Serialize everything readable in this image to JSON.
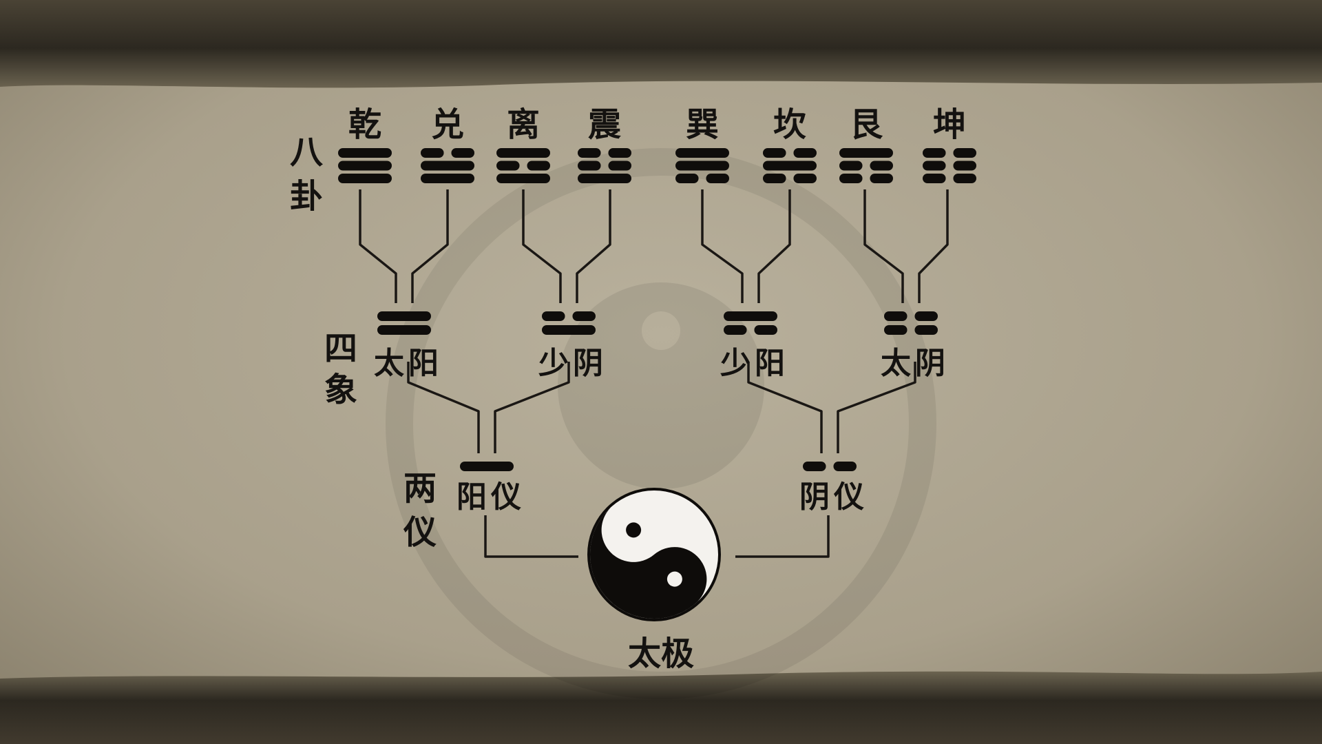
{
  "levels": {
    "bagua": "八卦",
    "sixiang": "四象",
    "liangyi": "两仪",
    "taiji": "太极"
  },
  "trigrams": [
    {
      "name": "乾",
      "lines": [
        1,
        1,
        1
      ]
    },
    {
      "name": "兑",
      "lines": [
        0,
        1,
        1
      ]
    },
    {
      "name": "离",
      "lines": [
        1,
        0,
        1
      ]
    },
    {
      "name": "震",
      "lines": [
        0,
        0,
        1
      ]
    },
    {
      "name": "巽",
      "lines": [
        1,
        1,
        0
      ]
    },
    {
      "name": "坎",
      "lines": [
        0,
        1,
        0
      ]
    },
    {
      "name": "艮",
      "lines": [
        1,
        0,
        0
      ]
    },
    {
      "name": "坤",
      "lines": [
        0,
        0,
        0
      ]
    }
  ],
  "four_images": [
    {
      "first": "太",
      "second": "阳",
      "lines": [
        1,
        1
      ]
    },
    {
      "first": "少",
      "second": "阴",
      "lines": [
        0,
        1
      ]
    },
    {
      "first": "少",
      "second": "阳",
      "lines": [
        1,
        0
      ]
    },
    {
      "first": "太",
      "second": "阴",
      "lines": [
        0,
        0
      ]
    }
  ],
  "two_modes": [
    {
      "first": "阳",
      "second": "仪",
      "lines": [
        1
      ]
    },
    {
      "first": "阴",
      "second": "仪",
      "lines": [
        0
      ]
    }
  ],
  "colors": {
    "paper": "#b1a995",
    "ink": "#141210",
    "band": "#3a342a"
  }
}
